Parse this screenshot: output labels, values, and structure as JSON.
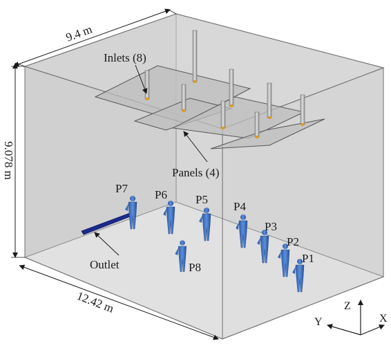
{
  "figure": {
    "dimensions": {
      "width": "9.4 m",
      "height": "9.078 m",
      "length": "12.42 m"
    },
    "annotations": {
      "inlets": "Inlets (8)",
      "panels": "Panels (4)",
      "outlet": "Outlet"
    },
    "persons": [
      "P1",
      "P2",
      "P3",
      "P4",
      "P5",
      "P6",
      "P7",
      "P8"
    ],
    "axes": {
      "x": "X",
      "y": "Y",
      "z": "Z"
    },
    "colors": {
      "room_fill": "#d9d9d9",
      "floor_fill": "#ececec",
      "edge": "#6e6e6e",
      "panel": "#bdbdbd",
      "person": "#3f6fbf",
      "outlet": "#1d2a8c",
      "inlet_tip": "#d99a2b"
    }
  }
}
